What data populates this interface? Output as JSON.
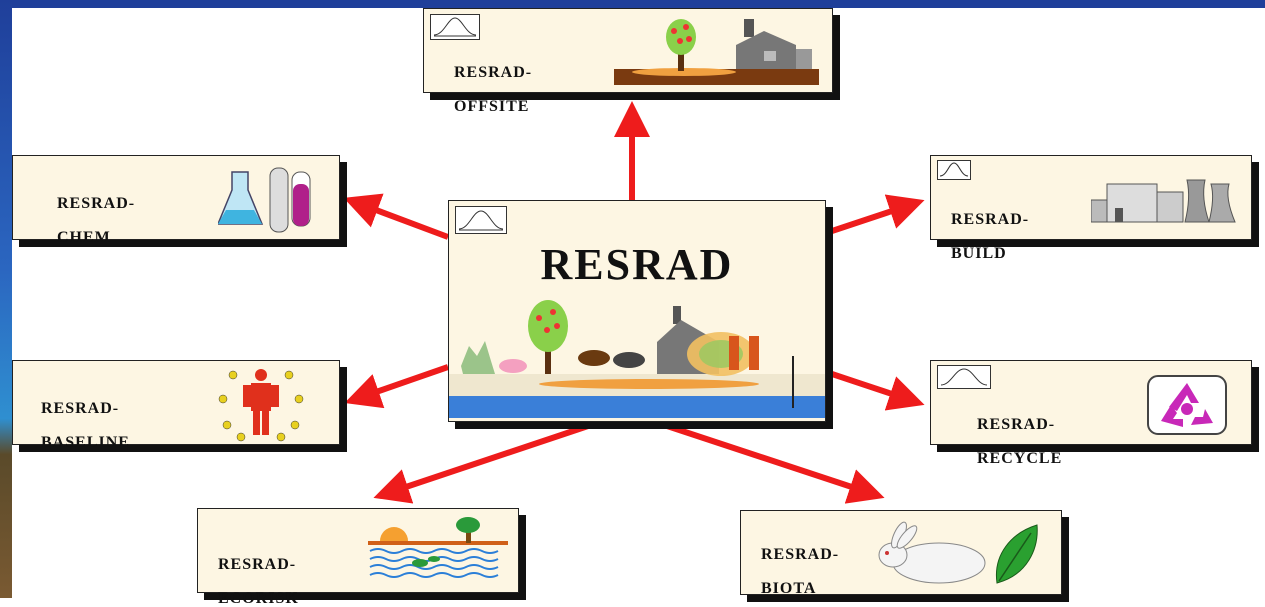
{
  "center": {
    "title": "RESRAD"
  },
  "modules": {
    "offsite": {
      "line1": "RESRAD-",
      "line2": "OFFSITE"
    },
    "chem": {
      "line1": "RESRAD-",
      "line2": "CHEM"
    },
    "build": {
      "line1": "RESRAD-",
      "line2": "BUILD"
    },
    "baseline": {
      "line1": "RESRAD-",
      "line2": "BASELINE"
    },
    "recycle": {
      "line1": "RESRAD-",
      "line2": "RECYCLE"
    },
    "ecorisk": {
      "line1": "RESRAD-",
      "line2": "ECORISK"
    },
    "biota": {
      "line1": "RESRAD-",
      "line2": "BIOTA"
    }
  },
  "icons": {
    "offsite": "tree-house-icon",
    "chem": "flask-tube-icon",
    "build": "building-icon",
    "baseline": "person-radiation-icon",
    "recycle": "recycle-icon",
    "ecorisk": "sun-tree-water-icon",
    "biota": "rabbit-leaf-icon",
    "graph": "distribution-graph-icon"
  },
  "colors": {
    "arrow": "#ee1c1c",
    "frame": "#1f3f9a",
    "box": "#fdf6e3"
  }
}
